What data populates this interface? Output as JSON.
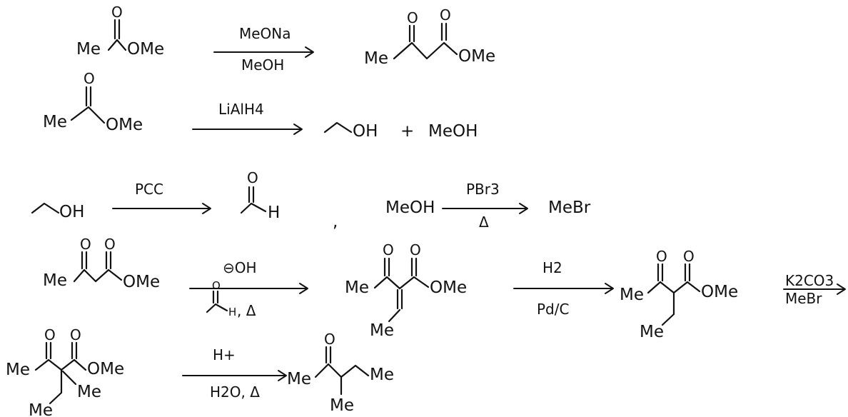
{
  "labels": {
    "me": "Me",
    "ome": "OMe",
    "o": "O",
    "oh": "OH",
    "h": "H",
    "plus": "+",
    "comma": ","
  },
  "rows": [
    {
      "reagent_top": "MeONa",
      "reagent_bottom": "MeOH"
    },
    {
      "reagent_top": "LiAlH4",
      "product_2": "MeOH"
    },
    {
      "reagent_top": "PCC",
      "second_start": "MeOH",
      "second_reagent_top": "PBr3",
      "second_reagent_bottom": "Δ",
      "second_product": "MeBr"
    },
    {
      "reagent_top": "⊖OH",
      "reagent_bottom_suffix": ", Δ",
      "reagent2_top": "H2",
      "reagent2_bottom": "Pd/C",
      "reagent3_top": "K2CO3",
      "reagent3_bottom": "MeBr"
    },
    {
      "reagent_top": "H+",
      "reagent_bottom": "H2O, Δ"
    }
  ]
}
